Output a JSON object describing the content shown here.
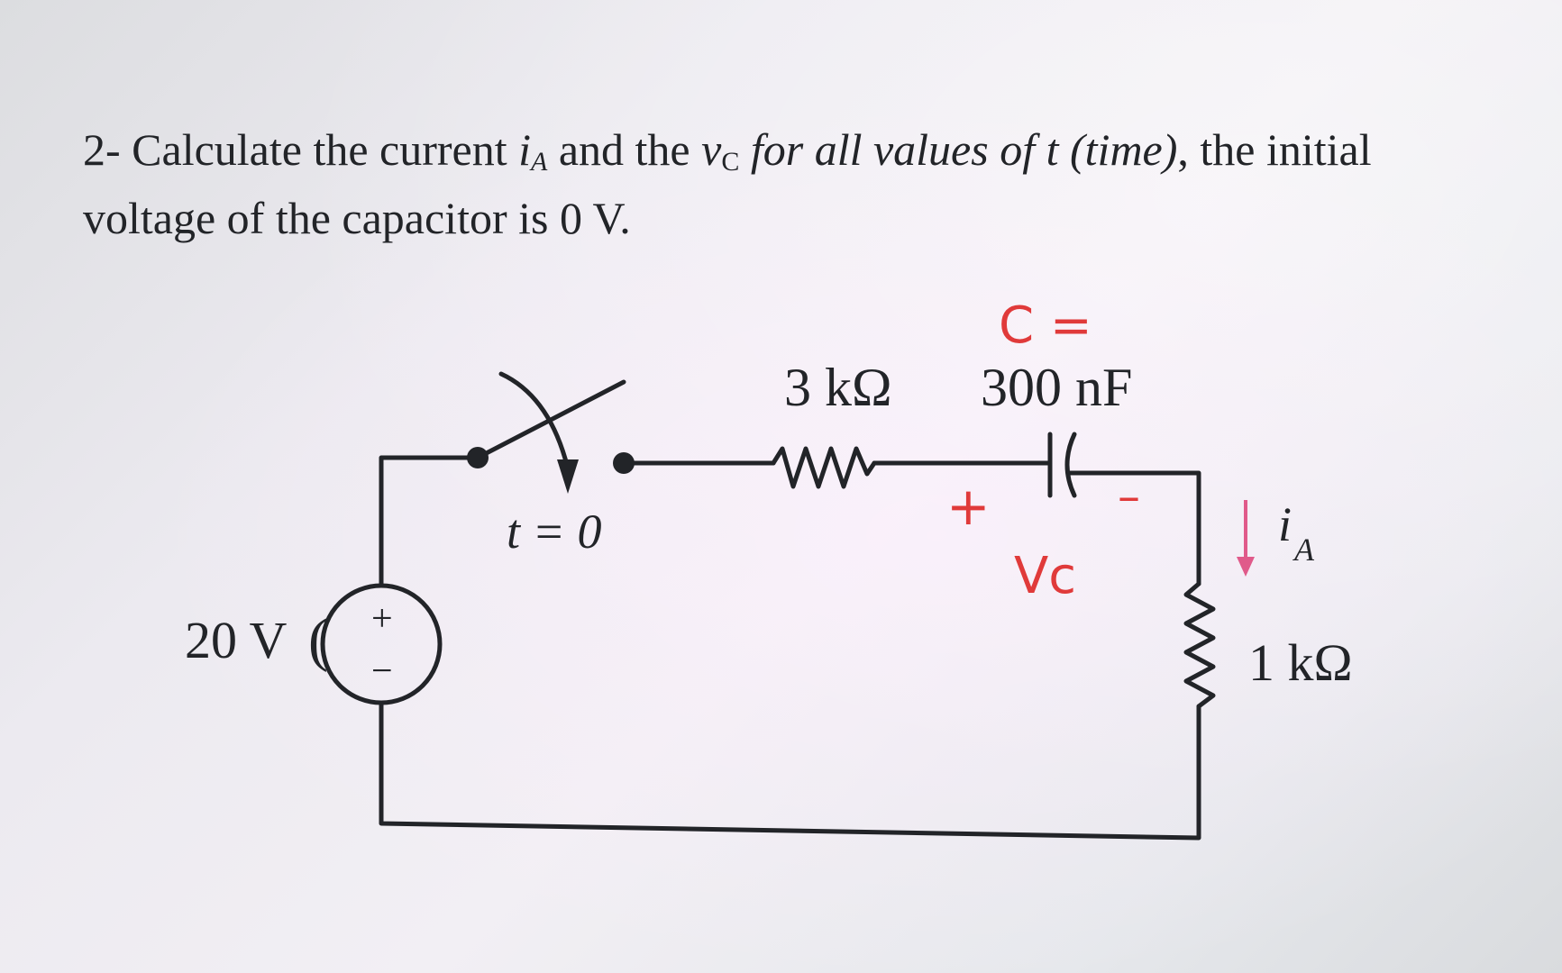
{
  "problem": {
    "prefix": "2- Calculate the current ",
    "ia_symbol": "i",
    "ia_sub": "A",
    "mid": " and the ",
    "vc_symbol": "v",
    "vc_sub": "C",
    "italic_part": " for all values of ",
    "t_symbol": "t",
    "time_paren": " (time)",
    "suffix": ", the initial voltage of the capacitor is 0 V."
  },
  "circuit": {
    "source_label": "20 V",
    "source_plus": "+",
    "source_minus": "−",
    "switch_label": "t = 0",
    "resistor1_label": "3 kΩ",
    "capacitor_label": "300 nF",
    "resistor2_label": "1 kΩ",
    "current_label_i": "i",
    "current_label_sub": "A"
  },
  "annotations": {
    "capacitance_note": "C =",
    "vc_plus": "+",
    "vc_minus": "–",
    "vc_label": "Vc",
    "color": "#e03a3a"
  }
}
